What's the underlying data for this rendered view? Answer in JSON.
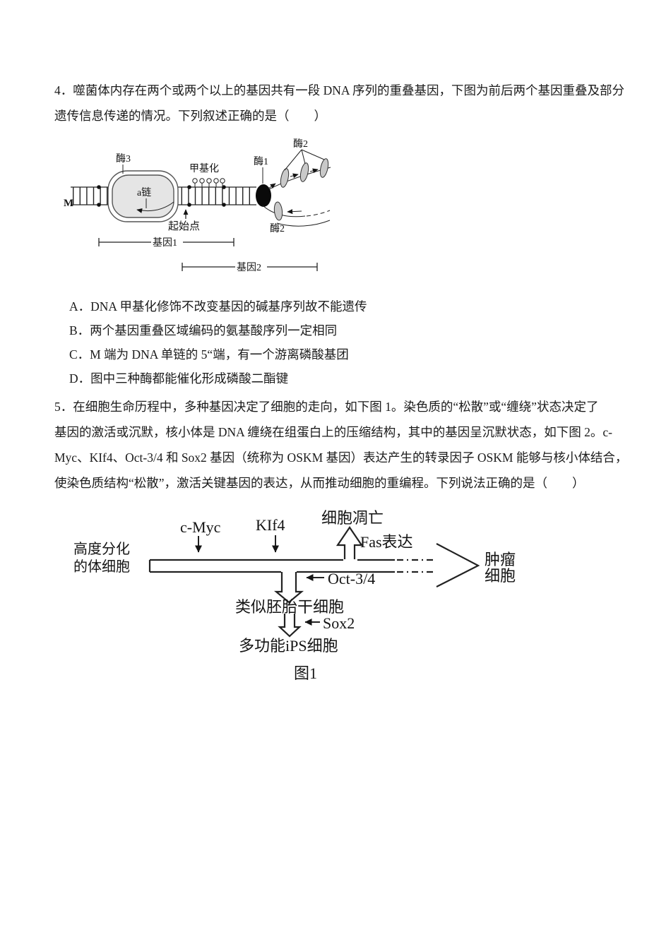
{
  "q4": {
    "stem_lines": [
      "4．噬菌体内存在两个或两个以上的基因共有一段 DNA 序列的重叠基因，下图为前后两个基因重叠及部分",
      "遗传信息传递的情况。下列叙述正确的是（　　）"
    ],
    "options": [
      "A．DNA 甲基化修饰不改变基因的碱基序列故不能遗传",
      "B．两个基因重叠区域编码的氨基酸序列一定相同",
      "C．M 端为 DNA 单链的 5“端，有一个游离磷酸基团",
      "D．图中三种酶都能催化形成磷酸二酯键"
    ],
    "diagram": {
      "m_end": "M",
      "enzyme3": "酶3",
      "a_chain": "a链",
      "methylation": "甲基化",
      "start_point": "起始点",
      "enzyme1": "酶1",
      "enzyme2_top": "酶2",
      "enzyme2_bottom": "酶2",
      "gene1": "基因1",
      "gene2": "基因2"
    }
  },
  "q5": {
    "stem_lines": [
      "5．在细胞生命历程中，多种基因决定了细胞的走向，如下图 1。染色质的“松散”或“缠绕”状态决定了",
      "基因的激活或沉默，核小体是 DNA 缠绕在组蛋白上的压缩结构，其中的基因呈沉默状态，如下图 2。c-",
      "Myc、KIf4、Oct-3/4 和 Sox2 基因（统称为 OSKM 基因）表达产生的转录因子 OSKM 能够与核小体结合，",
      "使染色质结构“松散”，激活关键基因的表达，从而推动细胞的重编程。下列说法正确的是（　　）"
    ],
    "figure1": {
      "caption": "图1",
      "somatic_line1": "高度分化",
      "somatic_line2": "的体细胞",
      "c_myc": "c-Myc",
      "klf4": "KIf4",
      "apoptosis": "细胞凋亡",
      "fas": "Fas表达",
      "oct34": "Oct-3/4",
      "stem_like": "类似胚胎干细胞",
      "sox2": "Sox2",
      "ips": "多功能iPS细胞",
      "tumor_line1": "肿瘤",
      "tumor_line2": "细胞"
    }
  },
  "colors": {
    "ink": "#1b1b1b",
    "diagram_stroke": "#222222",
    "ribosome_fill": "#c9c9c9",
    "bubble_fill": "#e5e5e5",
    "polymerase_fill": "#0a0a0a"
  }
}
